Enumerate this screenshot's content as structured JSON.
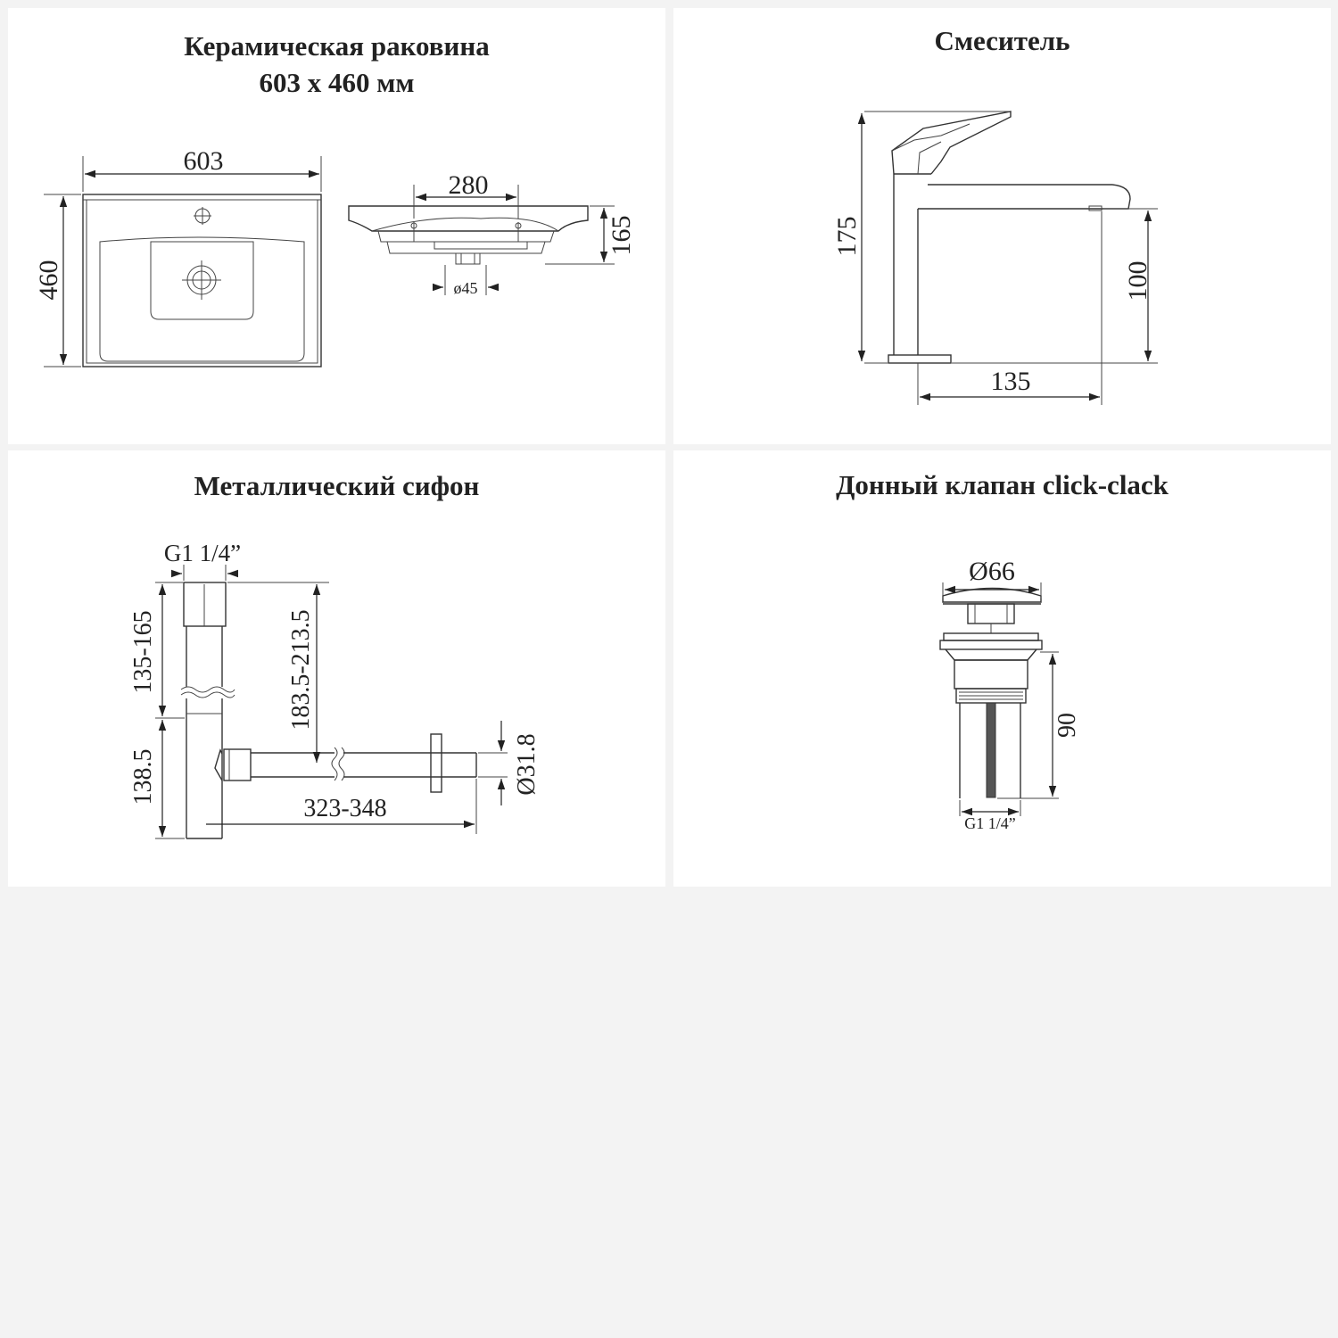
{
  "panels": {
    "basin": {
      "title_line1": "Керамическая раковина",
      "title_line2": "603 х 460 мм",
      "dims": {
        "width": "603",
        "depth": "460",
        "holes": "280",
        "height": "165",
        "drain": "ø45"
      }
    },
    "mixer": {
      "title": "Смеситель",
      "dims": {
        "height": "175",
        "spout_height": "100",
        "reach": "135"
      }
    },
    "siphon": {
      "title": "Металлический сифон",
      "dims": {
        "thread": "G1 1/4”",
        "upper": "135-165",
        "lower": "138.5",
        "outlet_height": "183.5-213.5",
        "length": "323-348",
        "outlet_diameter": "Ø31.8"
      }
    },
    "valve": {
      "title": "Донный клапан click-clack",
      "dims": {
        "cap_diameter": "Ø66",
        "height": "90",
        "thread": "G1 1/4”"
      }
    }
  }
}
